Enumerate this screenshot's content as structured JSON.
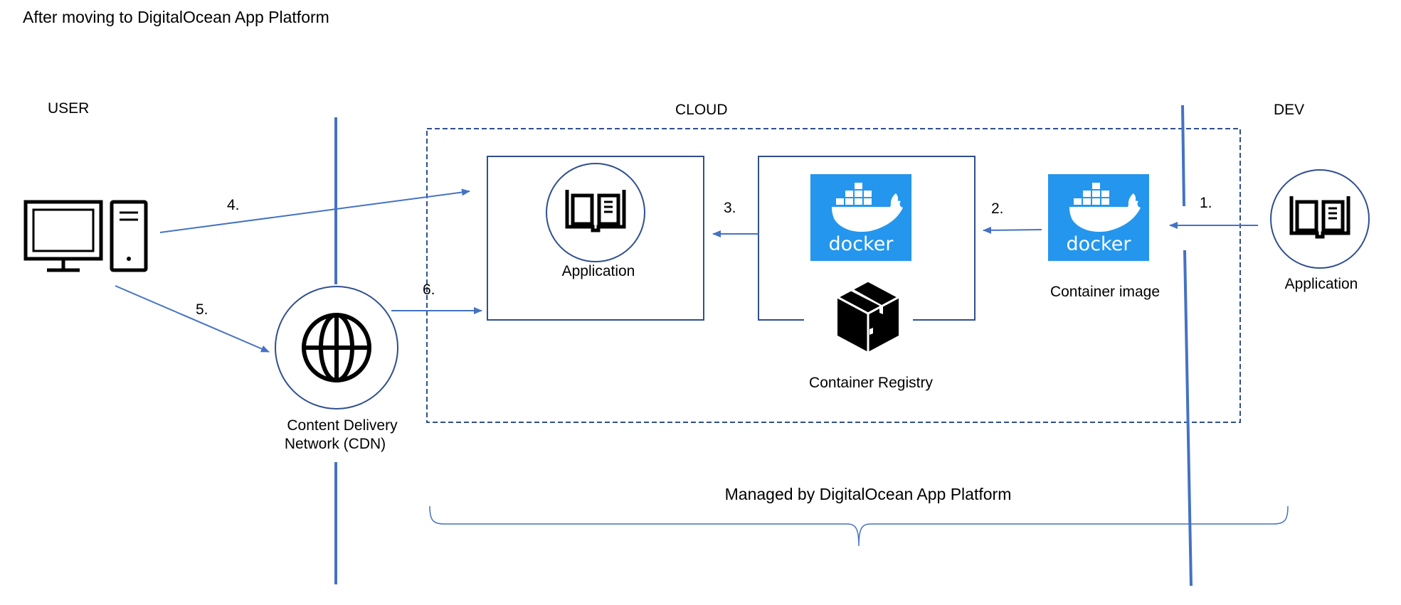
{
  "title": "After moving to DigitalOcean App Platform",
  "zones": {
    "user": "USER",
    "cloud": "CLOUD",
    "dev": "DEV"
  },
  "steps": {
    "s1": "1.",
    "s2": "2.",
    "s3": "3.",
    "s4": "4.",
    "s5": "5.",
    "s6": "6."
  },
  "nodes": {
    "cloud_app": "Application",
    "dev_app": "Application",
    "container_image": "Container image",
    "container_registry": "Container Registry",
    "cdn_line1": "Content Delivery",
    "cdn_line2": "Network (CDN)",
    "docker_wordmark": "docker"
  },
  "brace_label": "Managed by DigitalOcean App Platform",
  "colors": {
    "line_blue": "#4472c4",
    "box_navy": "#2f4f8f",
    "docker_blue": "#2496ed"
  },
  "icons": [
    "computer-icon",
    "book-icon",
    "docker-icon",
    "package-box-icon",
    "globe-icon"
  ]
}
